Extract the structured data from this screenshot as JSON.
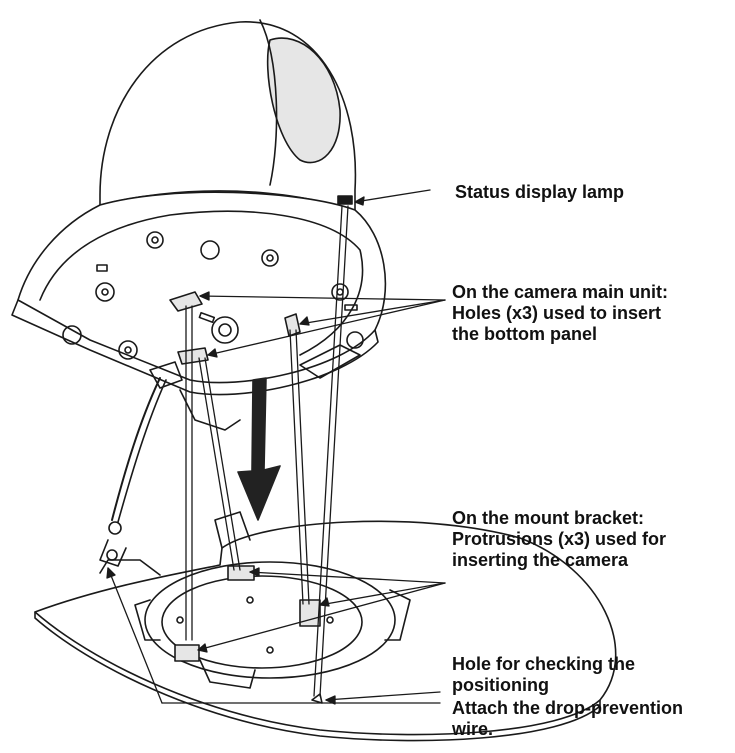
{
  "callouts": {
    "status_lamp": "Status display lamp",
    "camera_holes": "On the camera main unit:\nHoles (x3) used to insert\nthe bottom panel",
    "bracket_protrusions": "On the mount bracket:\nProtrusions (x3) used for\ninserting the camera",
    "positioning_hole": "Hole for checking the\npositioning",
    "drop_wire": "Attach the drop-prevention\nwire."
  },
  "colors": {
    "line": "#1a1a1a",
    "fill": "#ffffff",
    "shade": "#e6e6e6",
    "arrow": "#222222"
  }
}
